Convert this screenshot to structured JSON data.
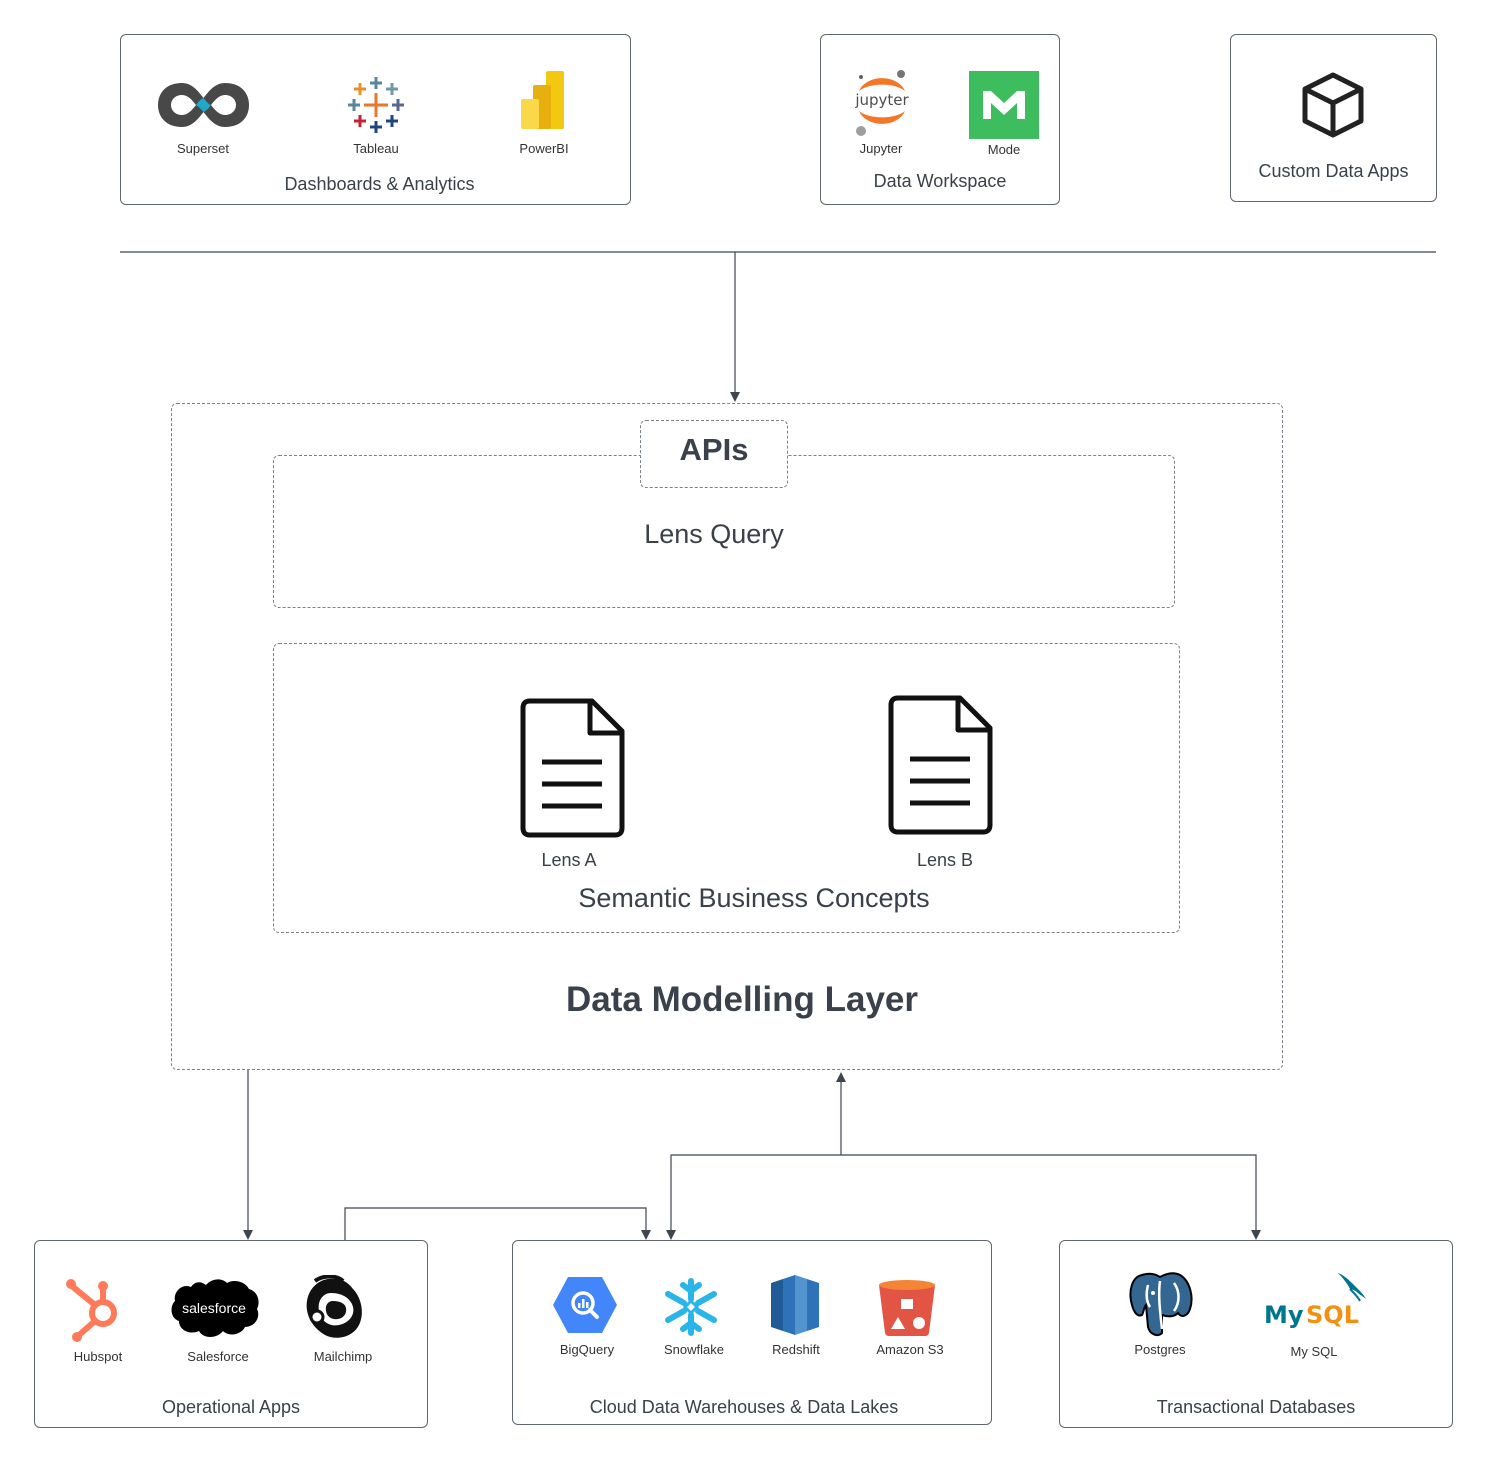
{
  "top": {
    "dashboards": {
      "title": "Dashboards & Analytics",
      "tools": [
        {
          "label": "Superset",
          "icon": "superset-icon",
          "color": "#484848"
        },
        {
          "label": "Tableau",
          "icon": "tableau-icon",
          "color": "#e97627"
        },
        {
          "label": "PowerBI",
          "icon": "powerbi-icon",
          "color": "#f2c811"
        }
      ]
    },
    "workspace": {
      "title": "Data Workspace",
      "tools": [
        {
          "label": "Jupyter",
          "icon": "jupyter-icon",
          "color": "#f37726"
        },
        {
          "label": "Mode",
          "icon": "mode-icon",
          "color": "#3dbd5d"
        }
      ]
    },
    "custom": {
      "title": "Custom Data Apps",
      "icon": "cube-icon"
    }
  },
  "modelling": {
    "title": "Data Modelling Layer",
    "apis": "APIs",
    "lens_query": "Lens Query",
    "semantic": {
      "title": "Semantic Business Concepts",
      "lenses": [
        {
          "label": "Lens A",
          "icon": "document-icon"
        },
        {
          "label": "Lens B",
          "icon": "document-icon"
        }
      ]
    }
  },
  "bottom": {
    "operational": {
      "title": "Operational Apps",
      "tools": [
        {
          "label": "Hubspot",
          "icon": "hubspot-icon",
          "color": "#ff7a59"
        },
        {
          "label": "Salesforce",
          "icon": "salesforce-icon",
          "text": "salesforce"
        },
        {
          "label": "Mailchimp",
          "icon": "mailchimp-icon"
        }
      ]
    },
    "warehouses": {
      "title": "Cloud Data Warehouses & Data Lakes",
      "tools": [
        {
          "label": "BigQuery",
          "icon": "bigquery-icon",
          "color": "#4386fa"
        },
        {
          "label": "Snowflake",
          "icon": "snowflake-icon",
          "color": "#29b5e8"
        },
        {
          "label": "Redshift",
          "icon": "redshift-icon",
          "color": "#205b98"
        },
        {
          "label": "Amazon S3",
          "icon": "s3-icon",
          "color": "#e25444"
        }
      ]
    },
    "transactional": {
      "title": "Transactional Databases",
      "tools": [
        {
          "label": "Postgres",
          "icon": "postgres-icon",
          "color": "#336791"
        },
        {
          "label": "My SQL",
          "icon": "mysql-icon",
          "text_my": "My",
          "text_sql": "SQL",
          "color": "#00758f"
        }
      ]
    }
  }
}
